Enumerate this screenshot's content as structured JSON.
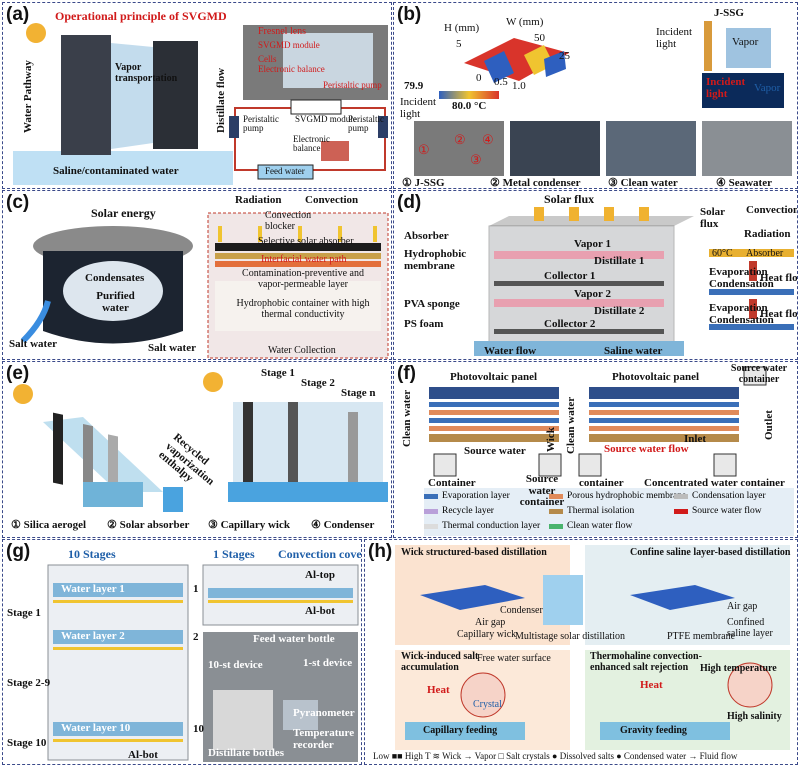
{
  "panel_a": {
    "label": "(a)",
    "title": "Operational principle of SVGMD",
    "water_pathway": "Water Pathway",
    "vapor_transport": "Vapor transportation",
    "distillate_flow": "Distillate flow",
    "saline": "Saline/contaminated water",
    "fresnel": "Fresnel lens",
    "svgmd_module": "SVGMD module",
    "cells": "Cells",
    "electronic_balance": "Electronic balance",
    "peristaltic_pump": "Peristaltic pump",
    "peristaltic_pump_left": "Peristaltic pump",
    "svgmd_module_diag": "SVGMD module",
    "peristaltic_pump_right": "Peristaltic pump",
    "electronic_balance_diag": "Electronic balance",
    "feed_water": "Feed water"
  },
  "panel_b": {
    "label": "(b)",
    "h_axis": "H (mm)",
    "w_axis": "W (mm)",
    "h_tick": "5",
    "w_tick_50": "50",
    "w_tick_25": "25",
    "x_ticks": [
      "0",
      "0.5",
      "1.0"
    ],
    "temp_low": "79.9",
    "temp_high": "80.0 °C",
    "jssg": "J-SSG",
    "incident_light": "Incident light",
    "vapor": "Vapor",
    "incident_light_2": "Incident light",
    "vapor_2": "Vapor",
    "incident_light_3": "Incident light",
    "legend": [
      "① J-SSG",
      "② Metal condenser",
      "③ Clean water",
      "④ Seawater"
    ],
    "nums": [
      "①",
      "②",
      "③",
      "④"
    ]
  },
  "panel_c": {
    "label": "(c)",
    "solar_energy": "Solar energy",
    "radiation": "Radiation",
    "convection": "Convection",
    "convection_blocker": "Convection blocker",
    "selective": "Selective solar absorber",
    "interfacial": "Interfacial water path",
    "contamination": "Contamination-preventive and vapor-permeable layer",
    "hydrophobic": "Hydrophobic container with high thermal conductivity",
    "water_collection": "Water Collection",
    "condensates": "Condensates",
    "purified": "Purified water",
    "salt_water_left": "Salt water",
    "salt_water_right": "Salt water"
  },
  "panel_d": {
    "label": "(d)",
    "solar_flux": "Solar flux",
    "absorber": "Absorber",
    "hydrophobic_membrane": "Hydrophobic membrane",
    "pva": "PVA sponge",
    "ps_foam": "PS foam",
    "water_flow": "Water flow",
    "saline_water": "Saline water",
    "vapor1": "Vapor 1",
    "distillate1": "Distillate 1",
    "collector1": "Collector 1",
    "vapor2": "Vapor 2",
    "distillate2": "Distillate 2",
    "collector2": "Collector 2",
    "solar_flux_2": "Solar flux",
    "convection": "Convection",
    "radiation": "Radiation",
    "temp": "60°C",
    "absorber_2": "Absorber",
    "evaporation": "Evaporation",
    "condensation": "Condensation",
    "heat_flow": "Heat flow",
    "evaporation_2": "Evaporation",
    "condensation_2": "Condensation",
    "heat_flow_2": "Heat flow"
  },
  "panel_e": {
    "label": "(e)",
    "stage1": "Stage 1",
    "stage2": "Stage 2",
    "stagen": "Stage n",
    "recycled": "Recycled vaporization enthalpy",
    "legend": [
      "① Silica aerogel",
      "② Solar absorber",
      "③ Capillary wick",
      "④ Condenser"
    ]
  },
  "panel_f": {
    "label": "(f)",
    "pv_left": "Photovoltaic panel",
    "pv_right": "Photovoltaic panel",
    "source_container_top": "Source water container",
    "clean_water_left": "Clean water",
    "wick": "Wick",
    "source_water": "Source water",
    "clean_water_right": "Clean water",
    "source_water_red": "Source water flow",
    "inlet": "Inlet",
    "outlet": "Outlet",
    "container": "Container",
    "source_container": "Source water container",
    "container_2": "container",
    "concentrated": "Concentrated water container",
    "legend": [
      {
        "label": "Evaporation layer",
        "color": "#3a6fb8"
      },
      {
        "label": "Porous hydrophobic membrane",
        "color": "#e08a5a"
      },
      {
        "label": "Condensation layer",
        "color": "#bcbcbc"
      },
      {
        "label": "Recycle layer",
        "color": "#b9a0d9"
      },
      {
        "label": "Thermal isolation",
        "color": "#b58a4a"
      },
      {
        "label": "Source water flow",
        "color": "#d11a1a"
      },
      {
        "label": "Thermal conduction layer",
        "color": "#dcdcdc"
      },
      {
        "label": "Clean water flow",
        "color": "#49b36d"
      }
    ]
  },
  "panel_g": {
    "label": "(g)",
    "ten_stages": "10 Stages",
    "one_stage": "1 Stages",
    "convection_cover": "Convection cover",
    "water_layer_1": "Water layer 1",
    "water_layer_2": "Water layer 2",
    "water_layer_10": "Water layer 10",
    "n1": "1",
    "n2": "2",
    "n10": "10",
    "stage1": "Stage 1",
    "stage29": "Stage 2-9",
    "stage10": "Stage 10",
    "al_top": "Al-top",
    "al_bot": "Al-bot",
    "al_bot_2": "Al-bot",
    "feed_bottle": "Feed water bottle",
    "ten_device": "10-st device",
    "one_device": "1-st device",
    "pyranometer": "Pyranometer",
    "distillate_bottles": "Distillate bottles",
    "temp_recorder": "Temperature recorder"
  },
  "panel_h": {
    "label": "(h)",
    "wick_title": "Wick structured-based distillation",
    "confine_title": "Confine saline layer-based distillation",
    "condenser": "Condenser",
    "air_gap": "Air gap",
    "capillary_wick": "Capillary wick",
    "multistage": "Multistage solar distillation",
    "air_gap_2": "Air gap",
    "ptfe": "PTFE membrane",
    "confined": "Confined saline layer",
    "wick_induced": "Wick-induced salt accumulation",
    "free_surface": "Free water surface",
    "heat": "Heat",
    "crystal": "Crystal",
    "capillary_feeding": "Capillary feeding",
    "thermohaline": "Thermohaline convection-enhanced salt rejection",
    "high_temp": "High temperature",
    "heat_2": "Heat",
    "high_salinity": "High salinity",
    "gravity_feeding": "Gravity feeding",
    "legend": "Low ■■ High T  ≋ Wick  → Vapor  □ Salt crystals  ● Dissolved salts  ● Condensed water  → Fluid flow"
  }
}
